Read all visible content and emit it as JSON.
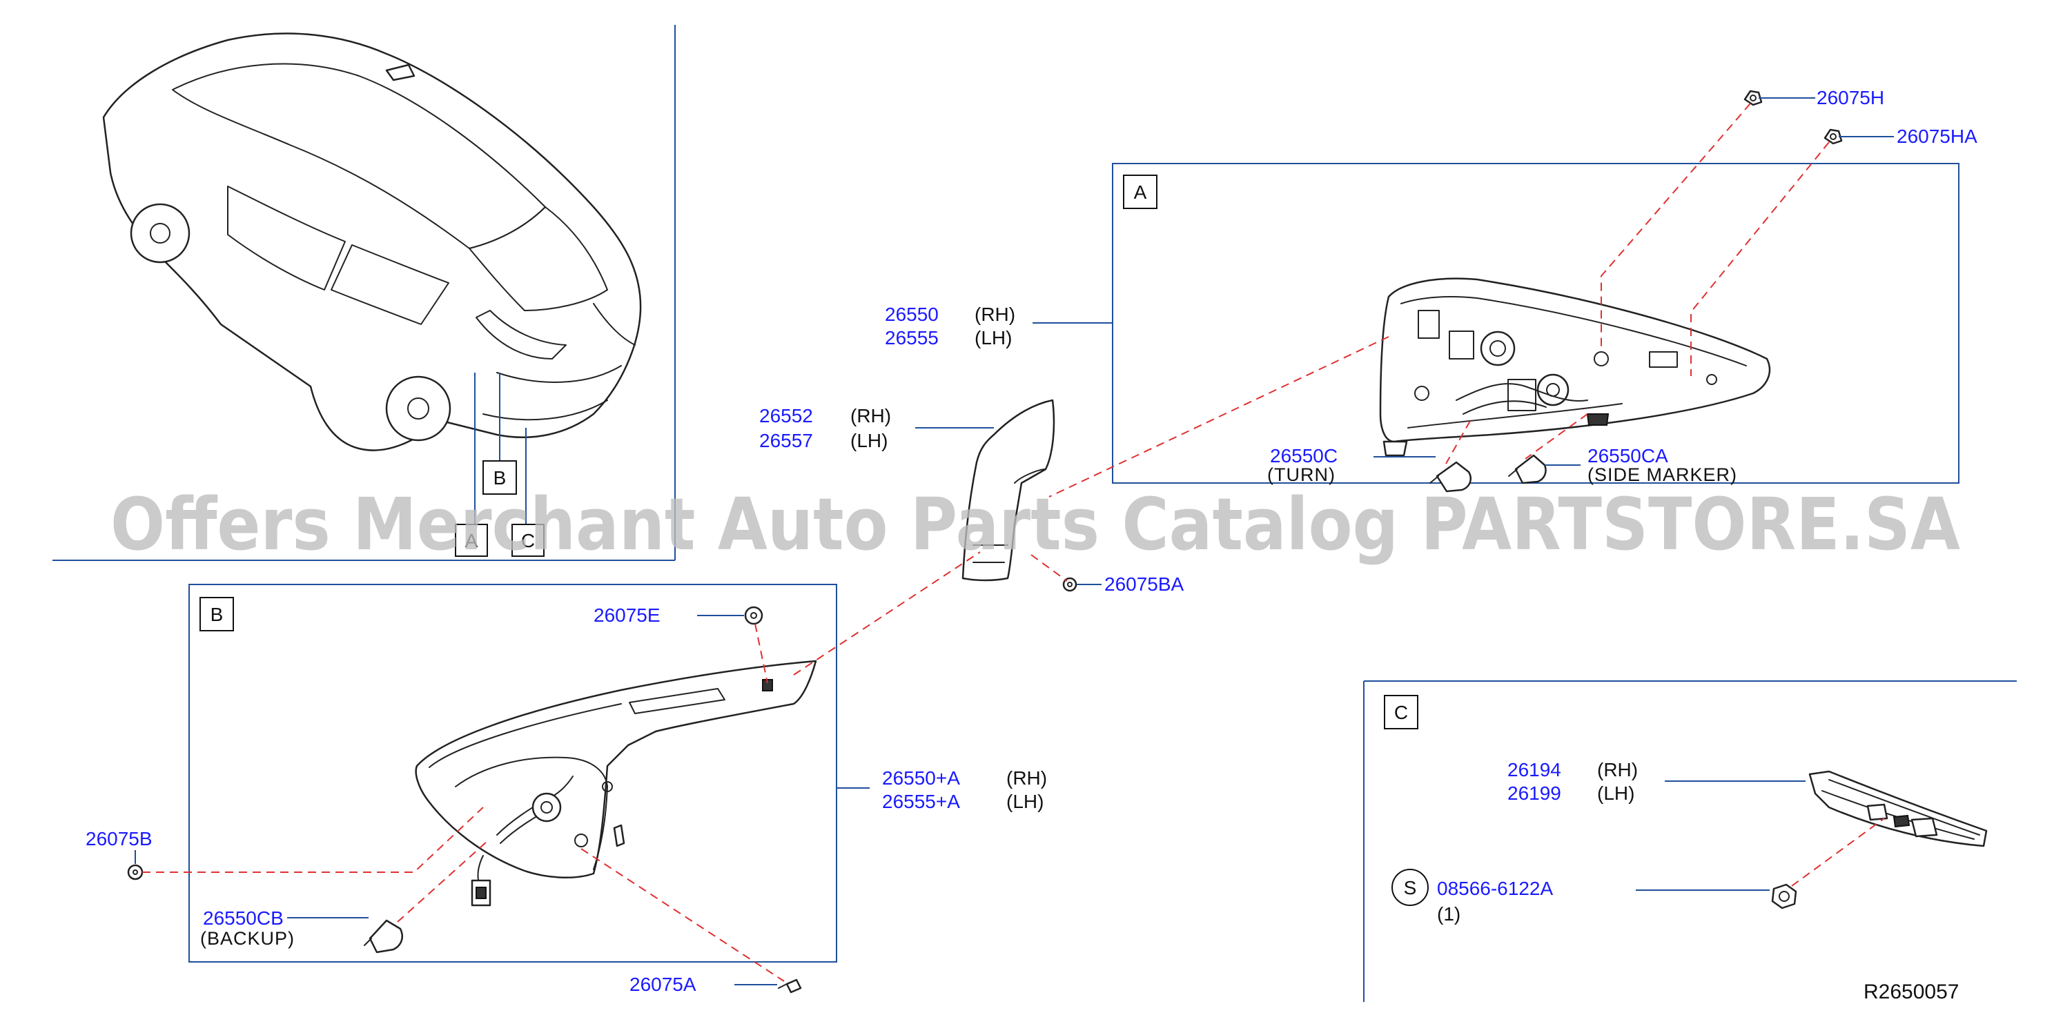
{
  "watermark": "Offers Merchant Auto Parts Catalog PARTSTORE.SA",
  "reference_code": "R2650057",
  "callouts": {
    "a": "A",
    "b": "B",
    "c": "C",
    "car_a": "A",
    "car_b": "B",
    "car_c": "C"
  },
  "labels": {
    "p26550": "26550",
    "p26550_side": "(RH)",
    "p26555": "26555",
    "p26555_side": "(LH)",
    "p26552": "26552",
    "p26552_side": "(RH)",
    "p26557": "26557",
    "p26557_side": "(LH)",
    "p26075H": "26075H",
    "p26075HA": "26075HA",
    "p26550C": "26550C",
    "p26550C_note": "(TURN)",
    "p26550CA": "26550CA",
    "p26550CA_note": "(SIDE   MARKER)",
    "p26075BA": "26075BA",
    "p26075E": "26075E",
    "p26550pA": "26550+A",
    "p26550pA_side": "(RH)",
    "p26555pA": "26555+A",
    "p26555pA_side": "(LH)",
    "p26075B": "26075B",
    "p26550CB": "26550CB",
    "p26550CB_note": "(BACKUP)",
    "p26075A": "26075A",
    "p26194": "26194",
    "p26194_side": "(RH)",
    "p26199": "26199",
    "p26199_side": "(LH)",
    "s_symbol": "S",
    "p08566": "08566-6122A",
    "p08566_qty": "(1)"
  },
  "colors": {
    "part_number": "#1a1aff",
    "frame_line": "#1f4f9c",
    "dashed_leader": "#e03030",
    "watermark": "#bdbdbd"
  }
}
